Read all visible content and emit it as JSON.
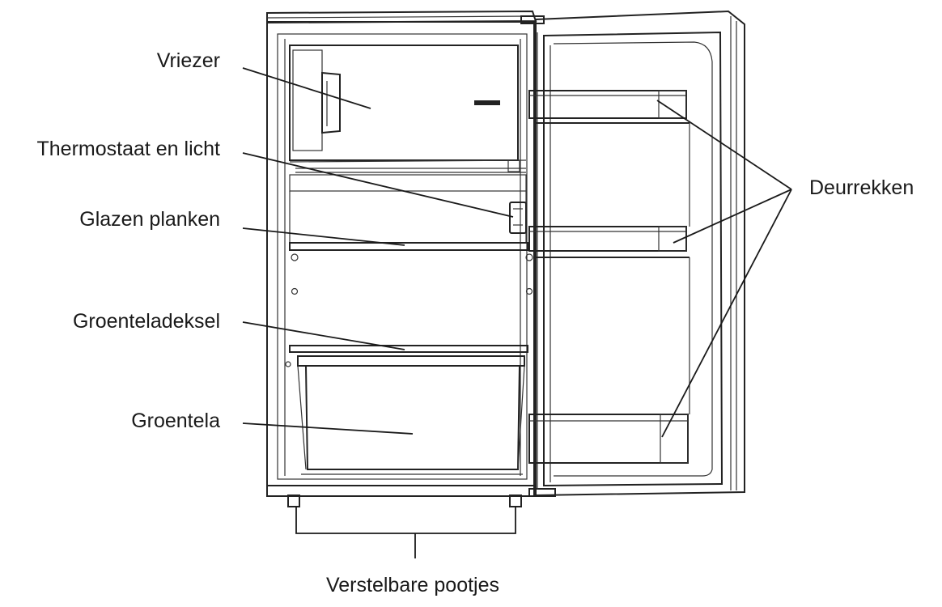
{
  "diagram": {
    "labels": {
      "freezer": "Vriezer",
      "thermostat": "Thermostaat en licht",
      "glass_shelves": "Glazen planken",
      "crisper_cover": "Groenteladeksel",
      "crisper": "Groentela",
      "door_racks": "Deurrekken",
      "adjustable_feet": "Verstelbare pootjes"
    }
  }
}
